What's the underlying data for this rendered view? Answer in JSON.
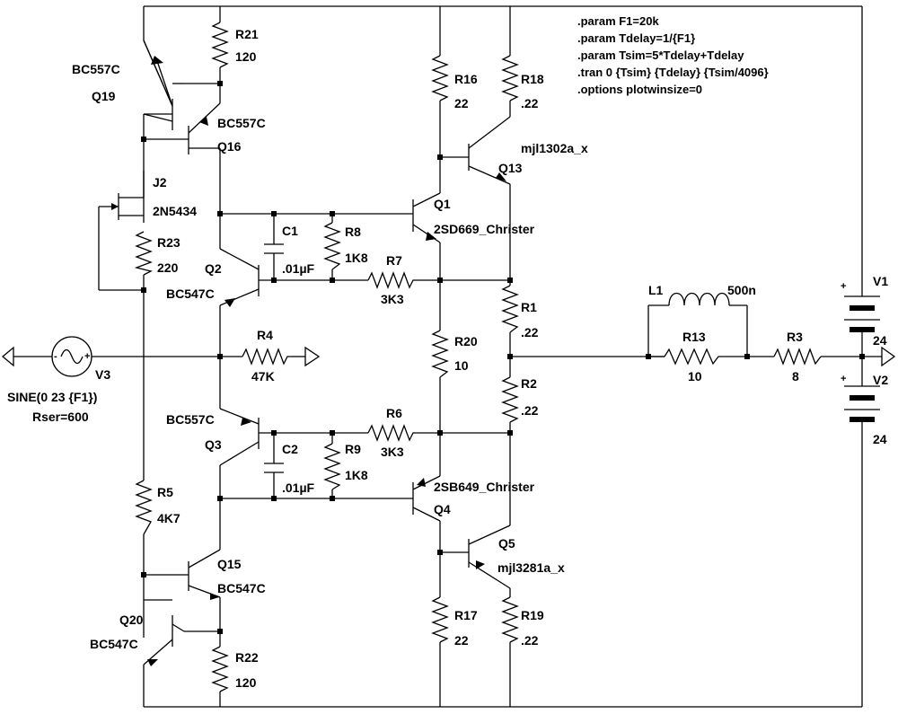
{
  "directives": [
    ".param F1=20k",
    ".param Tdelay=1/{F1}",
    ".param Tsim=5*Tdelay+Tdelay",
    ".tran 0 {Tsim} {Tdelay} {Tsim/4096}",
    ".options plotwinsize=0"
  ],
  "resistors": {
    "R21": {
      "name": "R21",
      "value": "120"
    },
    "R23": {
      "name": "R23",
      "value": "220"
    },
    "R8": {
      "name": "R8",
      "value": "1K8"
    },
    "R7": {
      "name": "R7",
      "value": "3K3"
    },
    "R16": {
      "name": "R16",
      "value": "22"
    },
    "R18": {
      "name": "R18",
      "value": ".22"
    },
    "R1": {
      "name": "R1",
      "value": ".22"
    },
    "R4": {
      "name": "R4",
      "value": "47K"
    },
    "R20": {
      "name": "R20",
      "value": "10"
    },
    "R2": {
      "name": "R2",
      "value": ".22"
    },
    "R13": {
      "name": "R13",
      "value": "10"
    },
    "R3": {
      "name": "R3",
      "value": "8"
    },
    "R6": {
      "name": "R6",
      "value": "3K3"
    },
    "R9": {
      "name": "R9",
      "value": "1K8"
    },
    "R5": {
      "name": "R5",
      "value": "4K7"
    },
    "R17": {
      "name": "R17",
      "value": "22"
    },
    "R19": {
      "name": "R19",
      "value": ".22"
    },
    "R22": {
      "name": "R22",
      "value": "120"
    }
  },
  "transistors": {
    "Q19": {
      "name": "Q19",
      "model": "BC557C"
    },
    "Q16": {
      "name": "Q16",
      "model": "BC557C"
    },
    "Q2": {
      "name": "Q2",
      "model": "BC547C"
    },
    "Q1": {
      "name": "Q1",
      "model": "2SD669_Christer"
    },
    "Q13": {
      "name": "Q13",
      "model": "mjl1302a_x"
    },
    "Q3": {
      "name": "Q3",
      "model": "BC557C"
    },
    "Q4": {
      "name": "Q4",
      "model": "2SB649_Christer"
    },
    "Q5": {
      "name": "Q5",
      "model": "mjl3281a_x"
    },
    "Q15": {
      "name": "Q15",
      "model": "BC547C"
    },
    "Q20": {
      "name": "Q20",
      "model": "BC547C"
    }
  },
  "jfet": {
    "name": "J2",
    "model": "2N5434"
  },
  "capacitors": {
    "C1": {
      "name": "C1",
      "value": ".01µF"
    },
    "C2": {
      "name": "C2",
      "value": ".01µF"
    }
  },
  "inductor": {
    "name": "L1",
    "value": "500n"
  },
  "sources": {
    "V3": {
      "name": "V3",
      "line1": "SINE(0 23 {F1})",
      "line2": "Rser=600"
    },
    "V1": {
      "name": "V1",
      "value": "24"
    },
    "V2": {
      "name": "V2",
      "value": "24"
    }
  }
}
